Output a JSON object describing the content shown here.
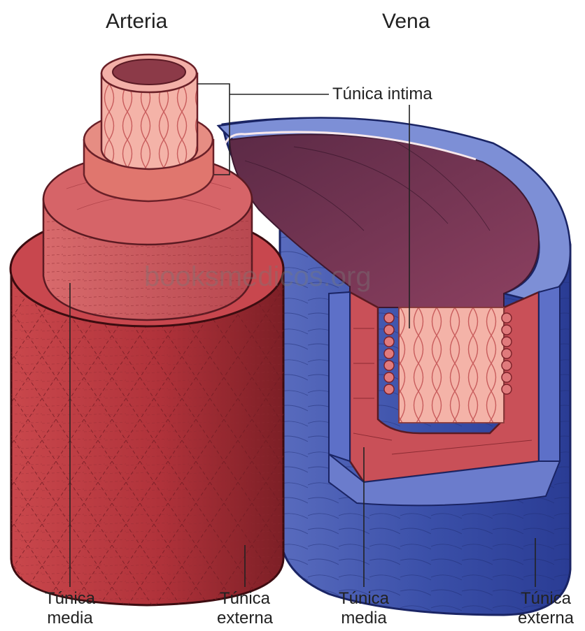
{
  "titles": {
    "artery": "Arteria",
    "vein": "Vena"
  },
  "labels": {
    "intima": "Túnica intima",
    "artery_media": [
      "Túnica",
      "media"
    ],
    "artery_externa": [
      "Túnica",
      "externa"
    ],
    "vein_media": [
      "Túnica",
      "media"
    ],
    "vein_externa": [
      "Túnica",
      "externa"
    ]
  },
  "watermark": "booksmedicos.org",
  "colors": {
    "artery_outer": "#b2343c",
    "artery_media": "#cf5a60",
    "artery_intima": "#f2a9a0",
    "vein_outer": "#4a5cb4",
    "vein_lumen": "#7a3050",
    "vein_media": "#c75058"
  }
}
